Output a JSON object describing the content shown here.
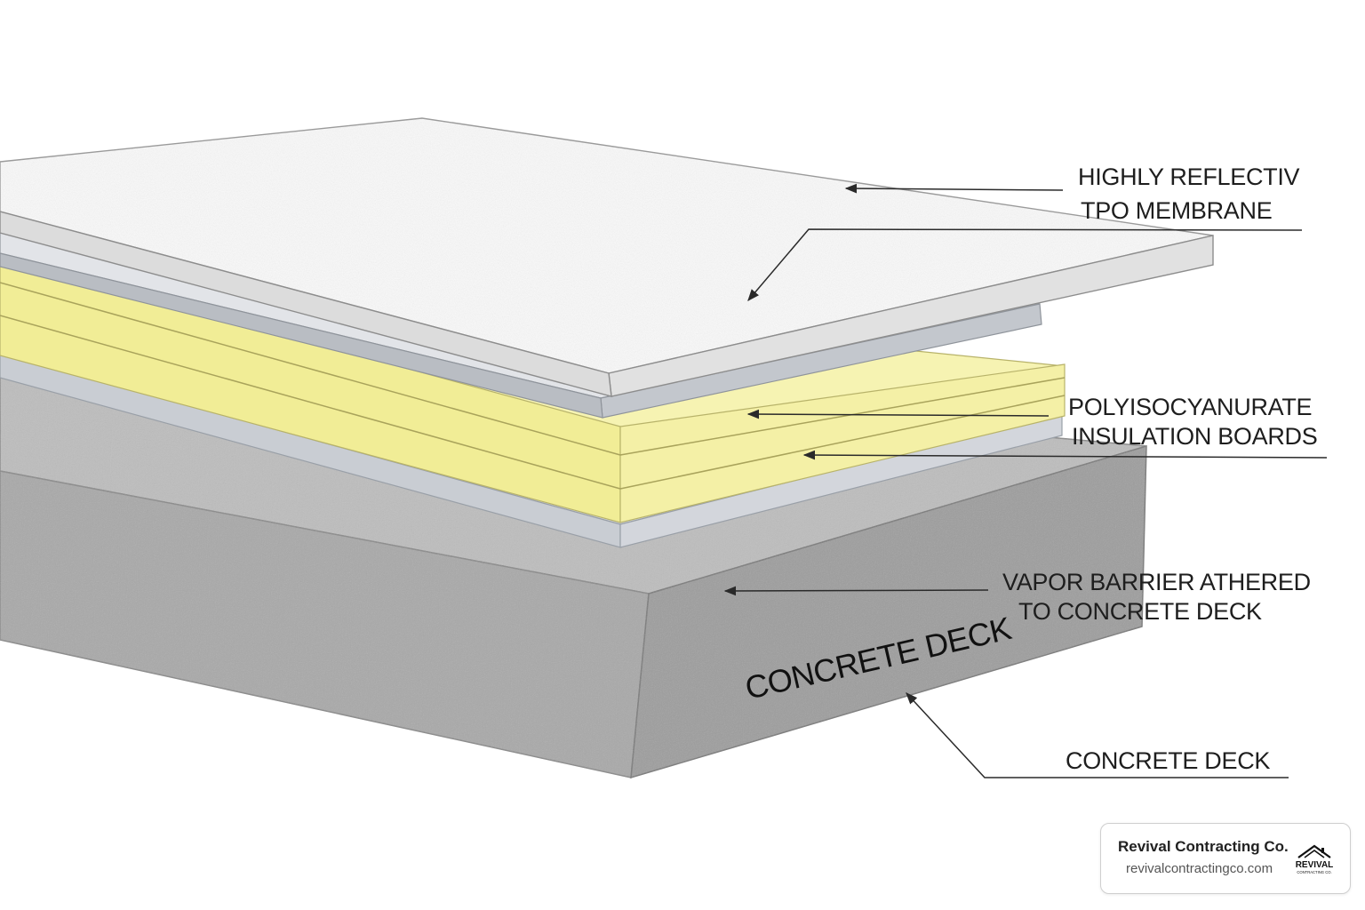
{
  "callouts": {
    "membrane_line1": "HIGHLY REFLECTIV",
    "membrane_line2": "TPO MEMBRANE",
    "insulation_line1": "POLYISOCYANURATE",
    "insulation_line2": "INSULATION BOARDS",
    "vapor_line1": "VAPOR BARRIER ATHERED",
    "vapor_line2": "TO CONCRETE DECK",
    "deck_label": "CONCRETE DECK",
    "deck_face_label": "CONCRETE DECK"
  },
  "badge": {
    "company": "Revival Contracting Co.",
    "url": "revivalcontractingco.com",
    "logo_text": "REVIVAL",
    "logo_subtext": "CONTRACTING CO."
  },
  "colors": {
    "membrane": "#f4f4f4",
    "insulation": "#f3f0a0",
    "vapor_barrier": "#dcdfe4",
    "concrete": "#a8a8a8",
    "line": "#2a2a2a"
  }
}
